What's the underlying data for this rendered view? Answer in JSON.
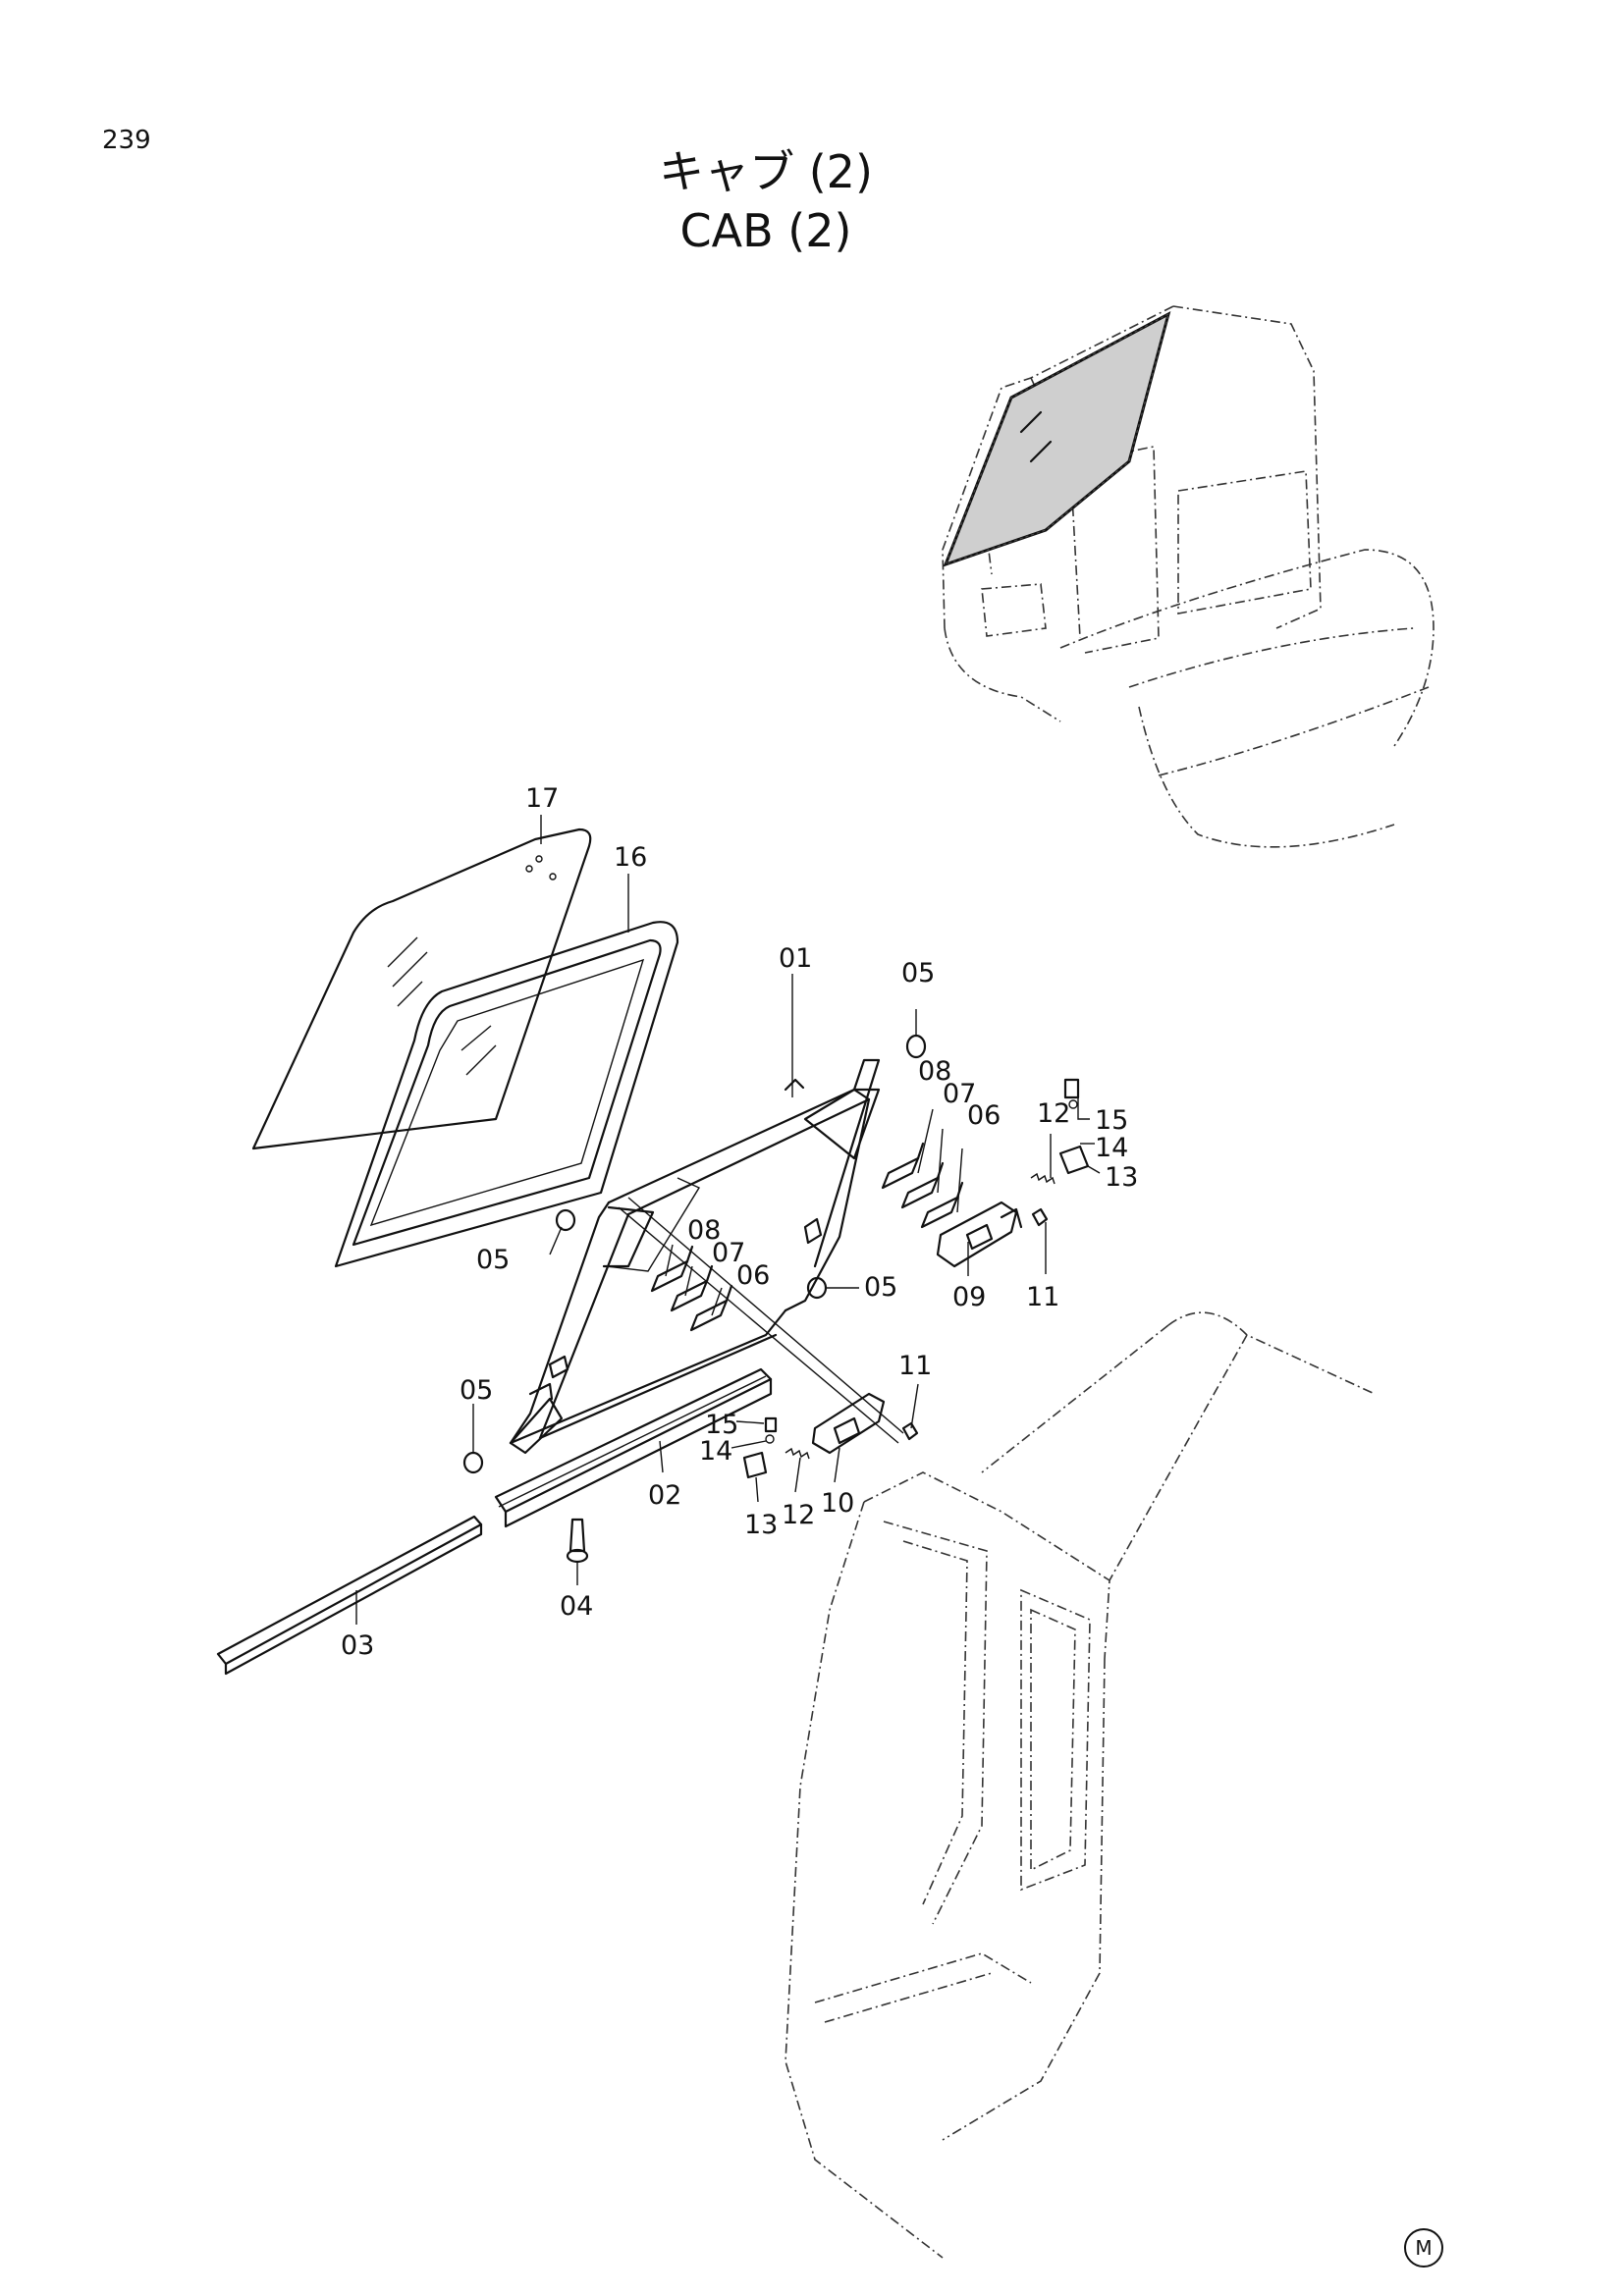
{
  "page_number": "239",
  "title_jp": "キャブ (2)",
  "title_en": "CAB (2)",
  "mark": "M",
  "callouts": {
    "c17": "17",
    "c16": "16",
    "c01": "01",
    "c05_top": "05",
    "c05_left": "05",
    "c05_right": "05",
    "c05_bottom": "05",
    "c08_right": "08",
    "c07_right": "07",
    "c06_right": "06",
    "c08_mid": "08",
    "c07_mid": "07",
    "c06_mid": "06",
    "c12_right": "12",
    "c15_right": "15",
    "c14_right": "14",
    "c13_right": "13",
    "c09": "09",
    "c11_right": "11",
    "c11_lower": "11",
    "c15_lower": "15",
    "c14_lower": "14",
    "c13_lower": "13",
    "c12_lower": "12",
    "c10": "10",
    "c02": "02",
    "c04": "04",
    "c03": "03"
  }
}
